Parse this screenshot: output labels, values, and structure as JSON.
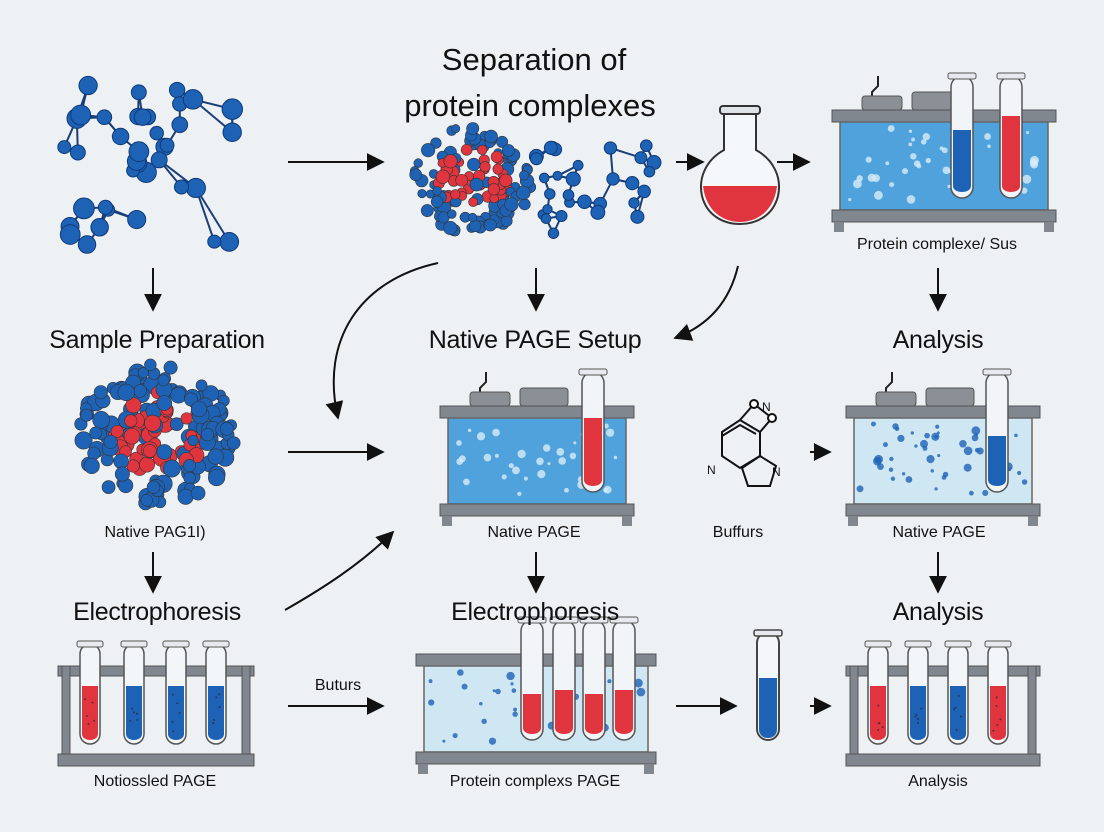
{
  "title_line1": "Separation of",
  "title_line2": "protein complexes",
  "headings": {
    "sample_preparation": "Sample Preparation",
    "native_page_setup": "Native PAGE Setup",
    "analysis_mid": "Analysis",
    "electrophoresis_left": "Electrophoresis",
    "electrophoresis_mid": "Electrophoresis",
    "analysis_bottom": "Analysis"
  },
  "captions": {
    "top_right": "Protein complexe/ Sus",
    "native_page_left": "Native PAG1I)",
    "native_page_center": "Native PAGE",
    "buffers": "Buffurs",
    "native_page_right": "Native PAGE",
    "butures": "Buturs",
    "notiossled": "Notiossled PAGE",
    "protein_complexs": "Protein complexs PAGE",
    "analysis_caption": "Analysis"
  },
  "colors": {
    "blue": "#1e62b6",
    "red": "#e0353f",
    "gel_blue": "#4fa2dc",
    "gel_light": "#cfe6f3",
    "frame": "#80878e"
  },
  "icons": [
    "protein-network-icon",
    "protein-cluster-icon",
    "flask-icon",
    "gel-tank-icon",
    "chemical-structure-icon",
    "test-tube-rack-icon",
    "test-tube-icon",
    "arrow-icon"
  ]
}
